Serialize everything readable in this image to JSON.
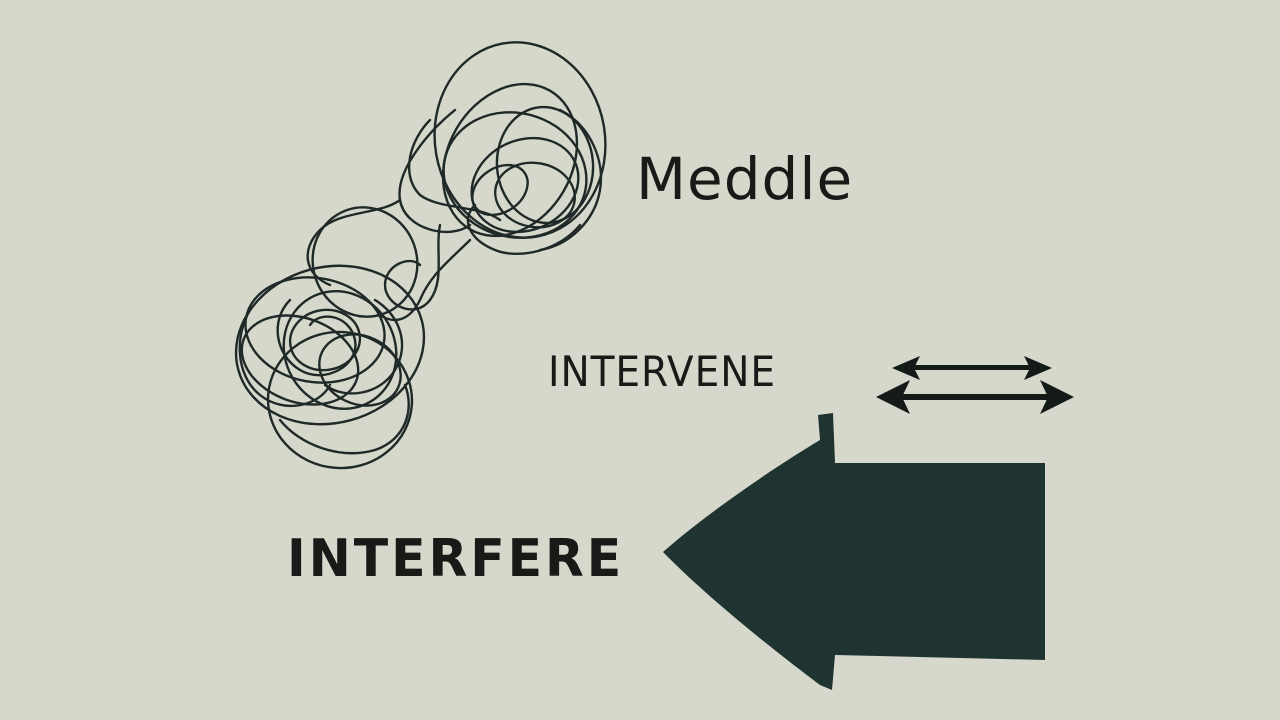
{
  "labels": {
    "meddle": "Meddle",
    "intervene": "INTERVENE",
    "interfere": "INTERFERE"
  },
  "icons": {
    "tangle": "tangled-scribble-icon",
    "double_arrow": "double-headed-arrow-icon",
    "big_arrow": "left-arrow-icon"
  },
  "colors": {
    "background": "#d6d8cc",
    "ink": "#1f2a28",
    "arrow_fill": "#1f3331"
  }
}
